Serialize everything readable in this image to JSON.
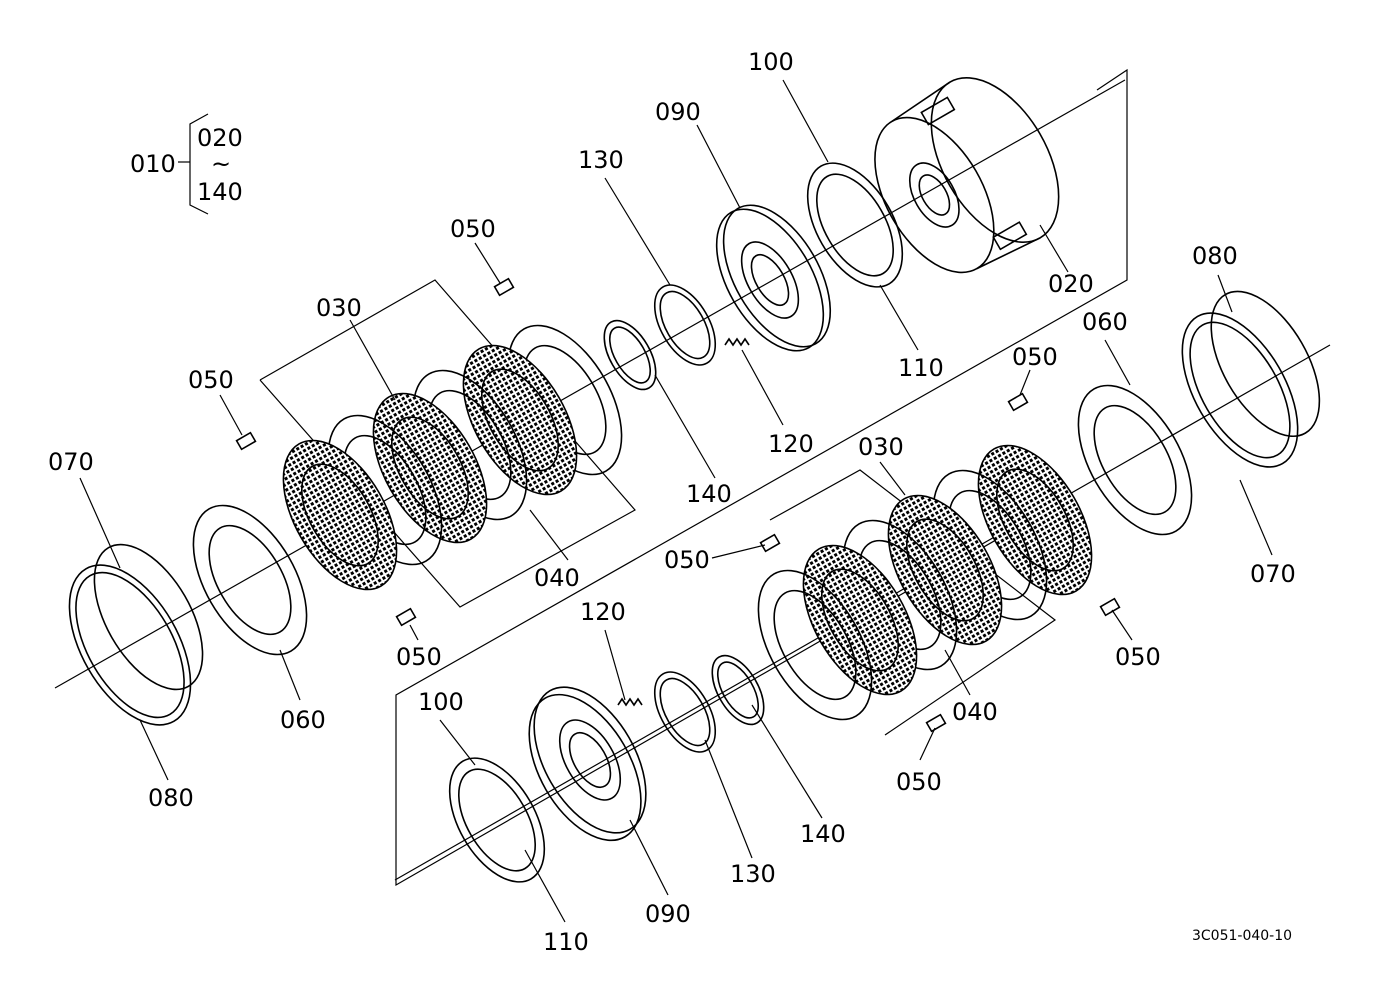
{
  "diagram": {
    "legend": {
      "assembly": "010",
      "range_start": "020",
      "range_sep": "~",
      "range_end": "140"
    },
    "labels": [
      {
        "id": "l100a",
        "text": "100"
      },
      {
        "id": "l090a",
        "text": "090"
      },
      {
        "id": "l130a",
        "text": "130"
      },
      {
        "id": "l050a",
        "text": "050"
      },
      {
        "id": "l030a",
        "text": "030"
      },
      {
        "id": "l050b",
        "text": "050"
      },
      {
        "id": "l070a",
        "text": "070"
      },
      {
        "id": "l020",
        "text": "020"
      },
      {
        "id": "l110a",
        "text": "110"
      },
      {
        "id": "l120a",
        "text": "120"
      },
      {
        "id": "l140a",
        "text": "140"
      },
      {
        "id": "l040a",
        "text": "040"
      },
      {
        "id": "l050c",
        "text": "050"
      },
      {
        "id": "l060a",
        "text": "060"
      },
      {
        "id": "l080a",
        "text": "080"
      },
      {
        "id": "l080b",
        "text": "080"
      },
      {
        "id": "l060b",
        "text": "060"
      },
      {
        "id": "l050d",
        "text": "050"
      },
      {
        "id": "l030b",
        "text": "030"
      },
      {
        "id": "l050e",
        "text": "050"
      },
      {
        "id": "l070b",
        "text": "070"
      },
      {
        "id": "l120b",
        "text": "120"
      },
      {
        "id": "l100b",
        "text": "100"
      },
      {
        "id": "l050f",
        "text": "050"
      },
      {
        "id": "l040b",
        "text": "040"
      },
      {
        "id": "l050g",
        "text": "050"
      },
      {
        "id": "l140b",
        "text": "140"
      },
      {
        "id": "l130b",
        "text": "130"
      },
      {
        "id": "l090b",
        "text": "090"
      },
      {
        "id": "l110b",
        "text": "110"
      }
    ],
    "drawing_code": "3C051-040-10"
  }
}
